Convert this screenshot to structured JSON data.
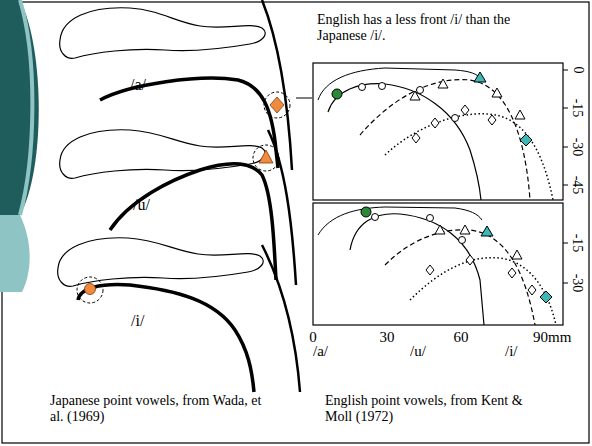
{
  "diagram": {
    "labels": [
      "English has a less front /i/ than the Japanese /i/.",
      "/a/",
      "/u/",
      "/i/",
      "0",
      "-15",
      "-30",
      "-45",
      "-15",
      "-30",
      "0",
      "30",
      "60",
      "90mm",
      "Japanese point vowels, from Wada, et al. (1969)",
      "English point vowels, from Kent & Moll (1972)"
    ],
    "legend": [
      {
        "text": "/a/"
      },
      {
        "text": "/u/"
      },
      {
        "text": "/i/"
      }
    ]
  }
}
